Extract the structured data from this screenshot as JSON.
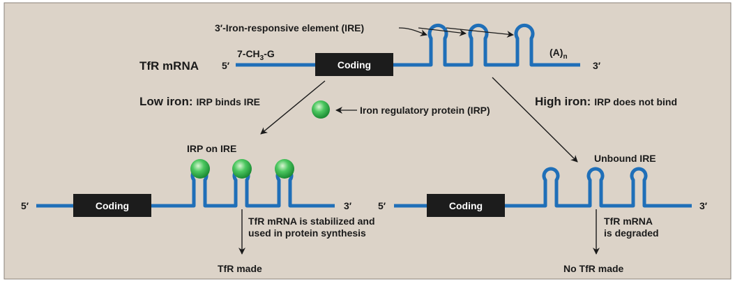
{
  "top": {
    "ire_label": "3′-Iron-responsive element (IRE)",
    "tfr_mrna": "TfR mRNA",
    "five_prime": "5′",
    "cap": "7-CH",
    "cap_sub": "3",
    "cap_end": "-G",
    "coding": "Coding",
    "polya": "(A)",
    "polya_sub": "n",
    "three_prime": "3′"
  },
  "low_iron": {
    "title": "Low iron:",
    "desc": "IRP binds IRE",
    "irp_label": "Iron regulatory protein (IRP)",
    "irp_on_ire": "IRP on IRE",
    "five_prime": "5′",
    "coding": "Coding",
    "three_prime": "3′",
    "outcome_line1": "TfR mRNA is stabilized and",
    "outcome_line2": "used in protein synthesis",
    "result": "TfR made"
  },
  "high_iron": {
    "title": "High iron:",
    "desc": "IRP does not bind",
    "unbound": "Unbound IRE",
    "five_prime": "5′",
    "coding": "Coding",
    "three_prime": "3′",
    "outcome_line1": "TfR mRNA",
    "outcome_line2": "is degraded",
    "result": "No TfR made"
  },
  "colors": {
    "background": "#dcd3c8",
    "rna": "#1f6fb8",
    "box": "#1c1c1c",
    "irp": "#2db84a"
  }
}
